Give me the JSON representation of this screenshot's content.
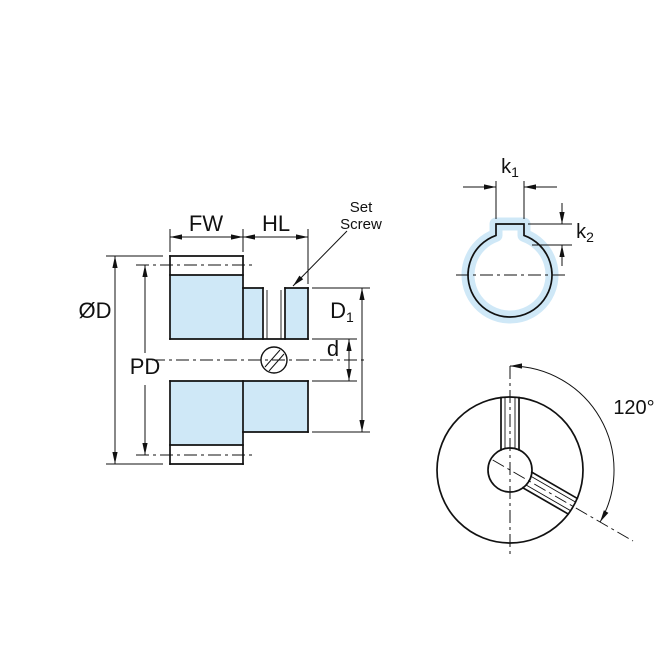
{
  "colors": {
    "highlight": "#cfe8f7",
    "line": "#111111"
  },
  "side_view": {
    "fw_label": "FW",
    "hl_label": "HL",
    "set_screw_label_line1": "Set",
    "set_screw_label_line2": "Screw",
    "outer_diameter_label": "ØD",
    "pitch_diameter_label": "PD",
    "hub_diameter_base": "D",
    "hub_diameter_sub": "1",
    "bore_label": "d"
  },
  "keyway_view": {
    "key_width_base": "k",
    "key_width_sub": "1",
    "key_height_base": "k",
    "key_height_sub": "2"
  },
  "front_view": {
    "angle_label": "120°"
  }
}
